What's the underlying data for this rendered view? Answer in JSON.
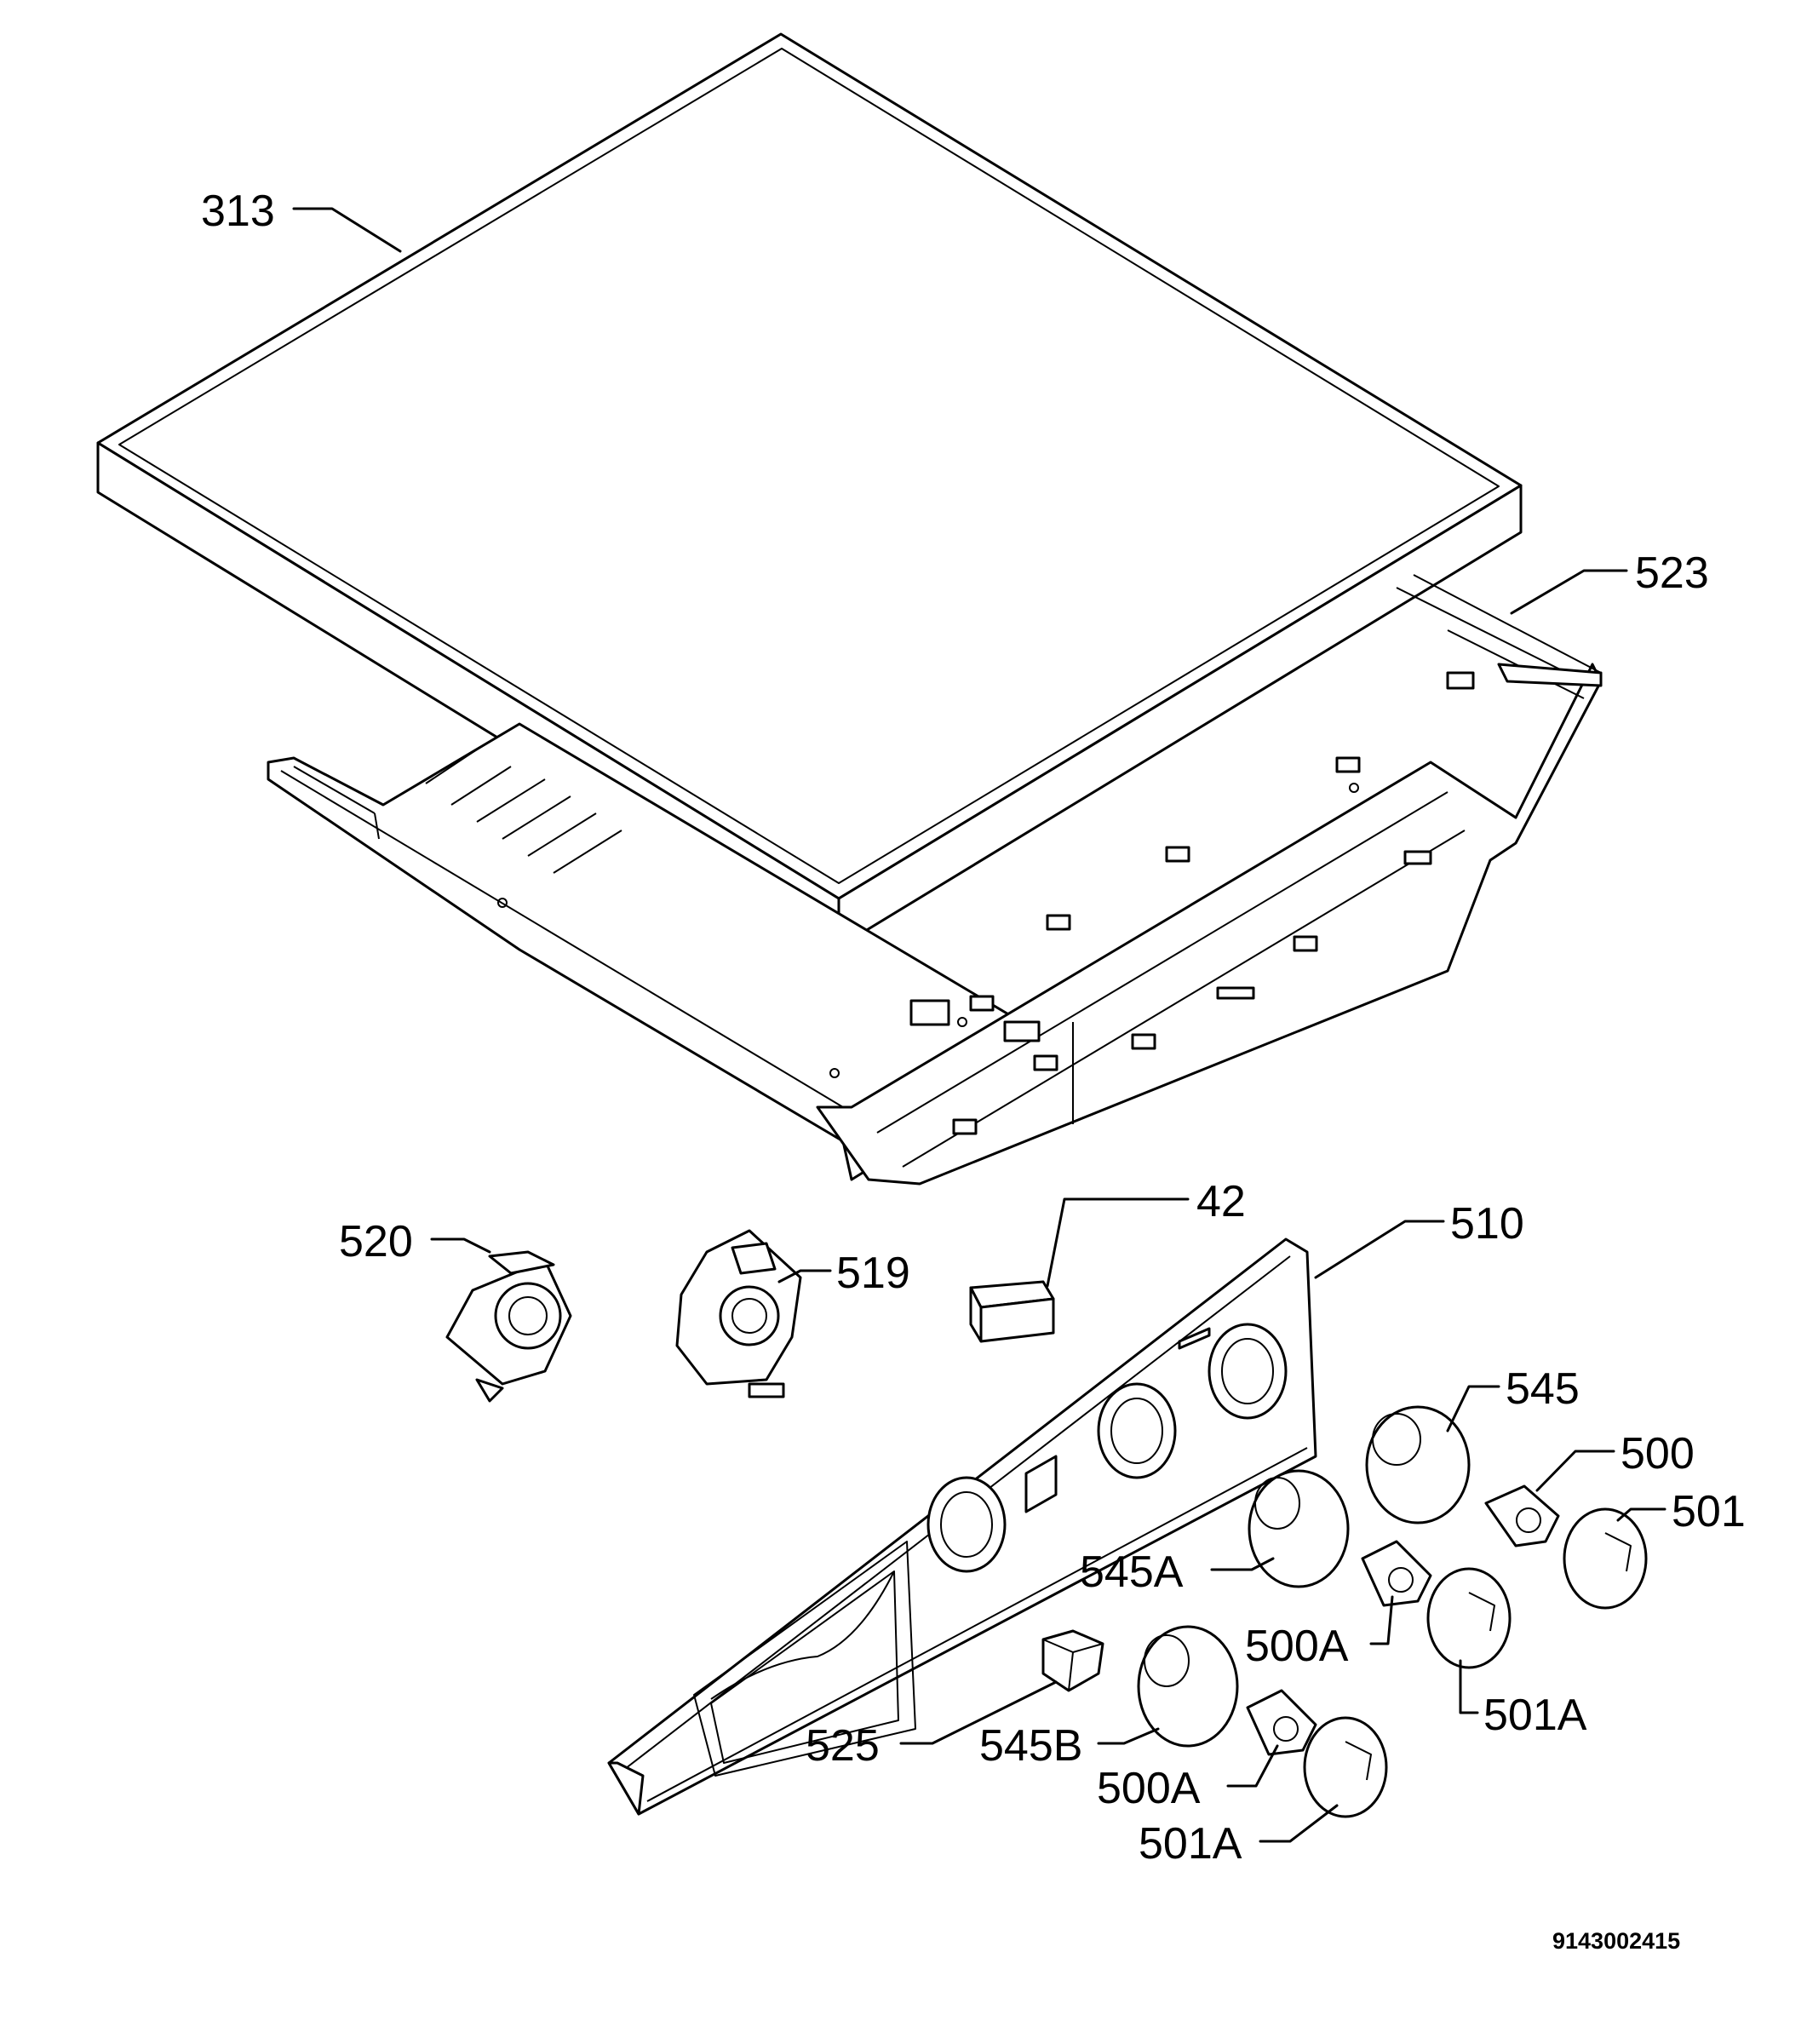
{
  "labels": {
    "l313": "313",
    "l523": "523",
    "l520": "520",
    "l519": "519",
    "l42": "42",
    "l510": "510",
    "l545": "545",
    "l500": "500",
    "l501": "501",
    "l545a": "545A",
    "l500a_1": "500A",
    "l501a_1": "501A",
    "l525": "525",
    "l545b": "545B",
    "l500a_2": "500A",
    "l501a_2": "501A"
  },
  "drawing_code": "9143002415"
}
